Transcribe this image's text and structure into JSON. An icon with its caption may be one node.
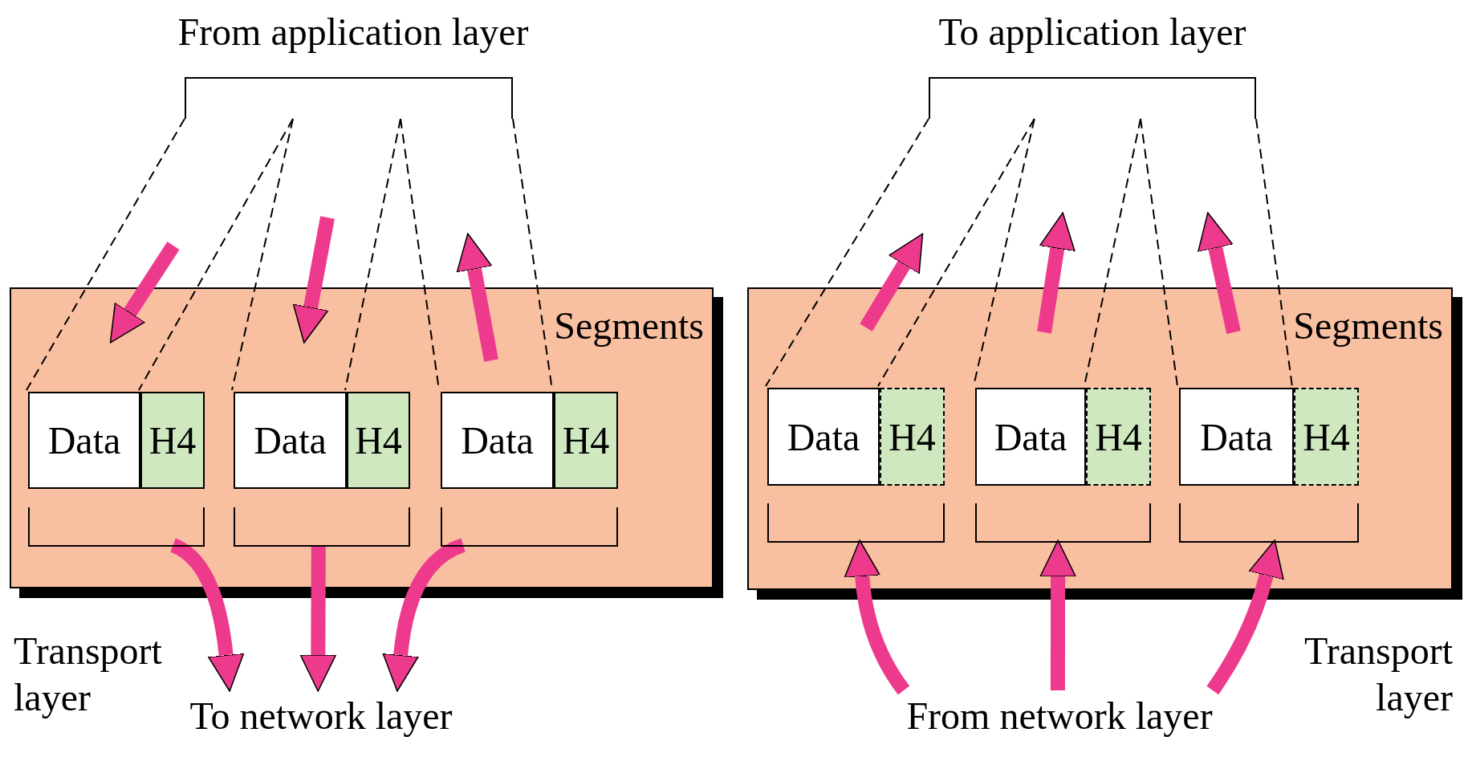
{
  "diagram": {
    "nodes": [
      {
        "text": [
          "From application layer"
        ]
      },
      {
        "text": [
          "Segments"
        ],
        "beside": [
          "Transport layer"
        ]
      },
      {
        "text": [],
        "shape": "box",
        "in": 1
      },
      {
        "text": [
          "Data"
        ],
        "in": 2
      },
      {
        "text": [
          "H4"
        ],
        "in": 2
      },
      {
        "text": [],
        "shape": "box",
        "in": 1
      },
      {
        "text": [
          "Data"
        ],
        "in": 5
      },
      {
        "text": [
          "H4"
        ],
        "in": 5
      },
      {
        "text": [],
        "shape": "box",
        "in": 1
      },
      {
        "text": [
          "Data"
        ],
        "in": 8
      },
      {
        "text": [
          "H4"
        ],
        "in": 8
      },
      {
        "text": [
          "To network layer"
        ]
      },
      {
        "text": [
          "To application layer"
        ]
      },
      {
        "text": [
          "Segments"
        ],
        "beside": [
          "Transport layer"
        ]
      },
      {
        "text": [],
        "shape": "box",
        "in": 13
      },
      {
        "text": [
          "Data"
        ],
        "in": 14
      },
      {
        "text": [
          "H4"
        ],
        "in": 14
      },
      {
        "text": [],
        "shape": "box",
        "in": 13
      },
      {
        "text": [
          "Data"
        ],
        "in": 17
      },
      {
        "text": [
          "H4"
        ],
        "in": 17
      },
      {
        "text": [],
        "shape": "box",
        "in": 13
      },
      {
        "text": [
          "Data"
        ],
        "in": 20
      },
      {
        "text": [
          "H4"
        ],
        "in": 20
      },
      {
        "text": [
          "From network layer"
        ]
      }
    ],
    "edges": [
      {
        "from": 0,
        "to": 2,
        "arrow": "none",
        "style": "dashed"
      },
      {
        "from": 0,
        "to": 2,
        "arrow": "none",
        "style": "dashed"
      },
      {
        "from": 0,
        "to": 5,
        "arrow": "none",
        "style": "dashed"
      },
      {
        "from": 0,
        "to": 5,
        "arrow": "none",
        "style": "dashed"
      },
      {
        "from": 0,
        "to": 8,
        "arrow": "none",
        "style": "dashed"
      },
      {
        "from": 0,
        "to": 8,
        "arrow": "none",
        "style": "dashed"
      },
      {
        "from": 2,
        "to": 11,
        "arrow": "to",
        "style": "thick",
        "color": "#ee3a8c"
      },
      {
        "from": 5,
        "to": 11,
        "arrow": "to",
        "style": "thick",
        "color": "#ee3a8c"
      },
      {
        "from": 8,
        "to": 11,
        "arrow": "to",
        "style": "thick",
        "color": "#ee3a8c"
      },
      {
        "from": 12,
        "to": 14,
        "arrow": "none",
        "style": "dashed"
      },
      {
        "from": 12,
        "to": 14,
        "arrow": "none",
        "style": "dashed"
      },
      {
        "from": 12,
        "to": 17,
        "arrow": "none",
        "style": "dashed"
      },
      {
        "from": 12,
        "to": 17,
        "arrow": "none",
        "style": "dashed"
      },
      {
        "from": 12,
        "to": 20,
        "arrow": "none",
        "style": "dashed"
      },
      {
        "from": 12,
        "to": 20,
        "arrow": "none",
        "style": "dashed"
      },
      {
        "from": 23,
        "to": 14,
        "arrow": "to",
        "style": "thick",
        "color": "#ee3a8c"
      },
      {
        "from": 23,
        "to": 17,
        "arrow": "to",
        "style": "thick",
        "color": "#ee3a8c"
      },
      {
        "from": 23,
        "to": 20,
        "arrow": "to",
        "style": "thick",
        "color": "#ee3a8c"
      }
    ]
  }
}
